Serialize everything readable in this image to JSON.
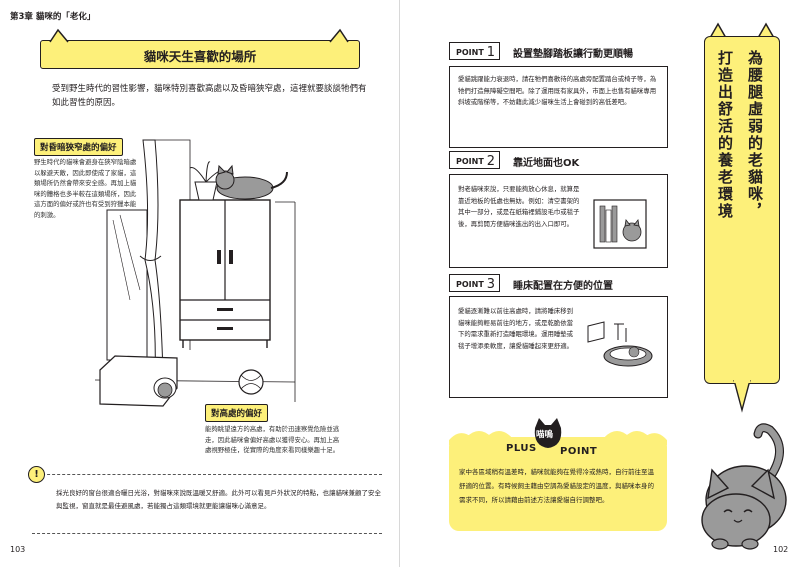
{
  "left": {
    "chapter": "第3章 貓咪的「老化」",
    "title": "貓咪天生喜歡的場所",
    "intro": "受到野生時代的習性影響，貓咪特別喜歡高處以及昏暗狹窄處，這裡就要談談牠們有如此習性的原因。",
    "callout_narrow": {
      "label": "對昏暗狹窄處的偏好",
      "text": "野生時代的貓咪會避身在狹窄陰暗處以躲避天敵，因此即使成了家貓，這類場所仍然會帶來安全感。再加上貓咪的體格也多半較在這類場所，因此這方面的偏好或許也有受到狩獵本能的刺激。"
    },
    "callout_high": {
      "label": "對高處的偏好",
      "text": "能夠眺望遠方的高處，有助於迅速察覺危險並逃走，因此貓咪會偏好高處以獲得安心。再加上高處視野極佳，從實際的角度來看同樣樂趣十足。"
    },
    "tip_icon": "!",
    "tip": "採光良好的窗台很適合曬日光浴，對貓咪來說既溫暖又舒適。此外可以看見戶外狀況的特點，也讓貓咪兼顧了安全與監視，窗直就是最佳避風處，若能獨占這類環境就更能讓貓咪心滿意足。",
    "page_number": "103"
  },
  "right": {
    "points": [
      {
        "badge": "POINT",
        "num": "1",
        "title": "設置墊腳踏板讓行動更順暢",
        "text": "愛貓跳躍能力衰退時，請在牠們喜歡待的高處旁配置踏台或椅子等，為牠們打造無障礙空間吧。除了運用既有家具外，市面上也售有貓咪專用斜坡或階梯等，不妨藉此減少貓咪生活上會碰到的高低差吧。"
      },
      {
        "badge": "POINT",
        "num": "2",
        "title": "靠近地面也OK",
        "text": "對老貓咪來說，只要能夠放心休息，就算是靠近地板的低處也無妨。例如：清空書架的其中一部分，或是在紙箱裡鋪設毛巾或毯子後，再剪開方便貓咪進出的出入口即可。"
      },
      {
        "badge": "POINT",
        "num": "3",
        "title": "睡床配置在方便的位置",
        "text": "愛貓逐漸難以前往高處時，請將睡床移到貓咪能夠輕易前往的地方，或是乾脆依當下的需求重新打造睡眠環境。運用睡墊或毯子增添柔軟度，讓愛貓睡起來更舒適。"
      }
    ],
    "plus_label": "PLUS",
    "plus_badge": "喵嗚",
    "plus_label2": "POINT",
    "plus_text": "家中各區域稍有溫差時，貓咪就能夠在覺得冷或熱時，自行前往至溫舒適的位置。有時候飼主藉由空調為愛貓設定的溫度，與貓咪本身的需求不同，所以請藉由前述方法讓愛貓自行調整吧。",
    "side_title_col1": "為腰腿虛弱的老貓咪，",
    "side_title_col2": "打造出舒活的養老環境",
    "page_number": "102"
  },
  "colors": {
    "accent_yellow": "#fdf07a",
    "cat_gray": "#9a9a9a",
    "ink": "#231f20"
  }
}
